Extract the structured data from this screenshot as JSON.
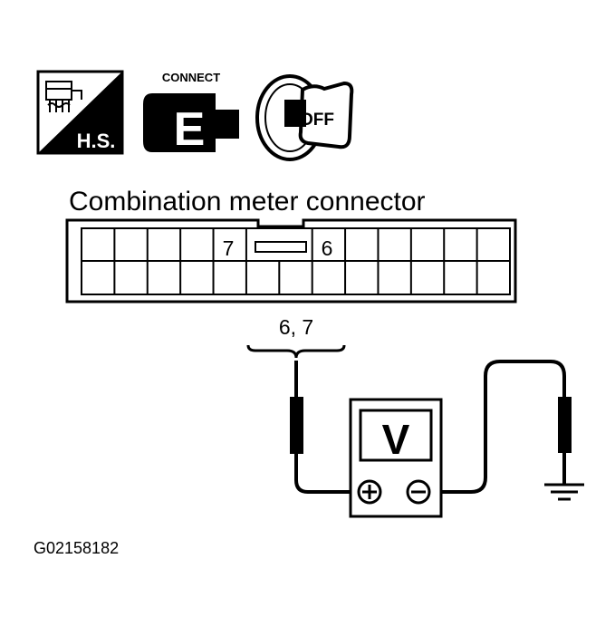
{
  "icons": {
    "hs_label": "H.S.",
    "connect_label": "CONNECT",
    "connect_letter": "E",
    "ignition_label": "OFF"
  },
  "connector": {
    "title": "Combination meter connector",
    "pin_left": "7",
    "pin_right": "6",
    "probe_label": "6, 7"
  },
  "meter": {
    "display_label": "V",
    "plus_symbol": "+",
    "minus_symbol": "−"
  },
  "figure_code": "G02158182"
}
